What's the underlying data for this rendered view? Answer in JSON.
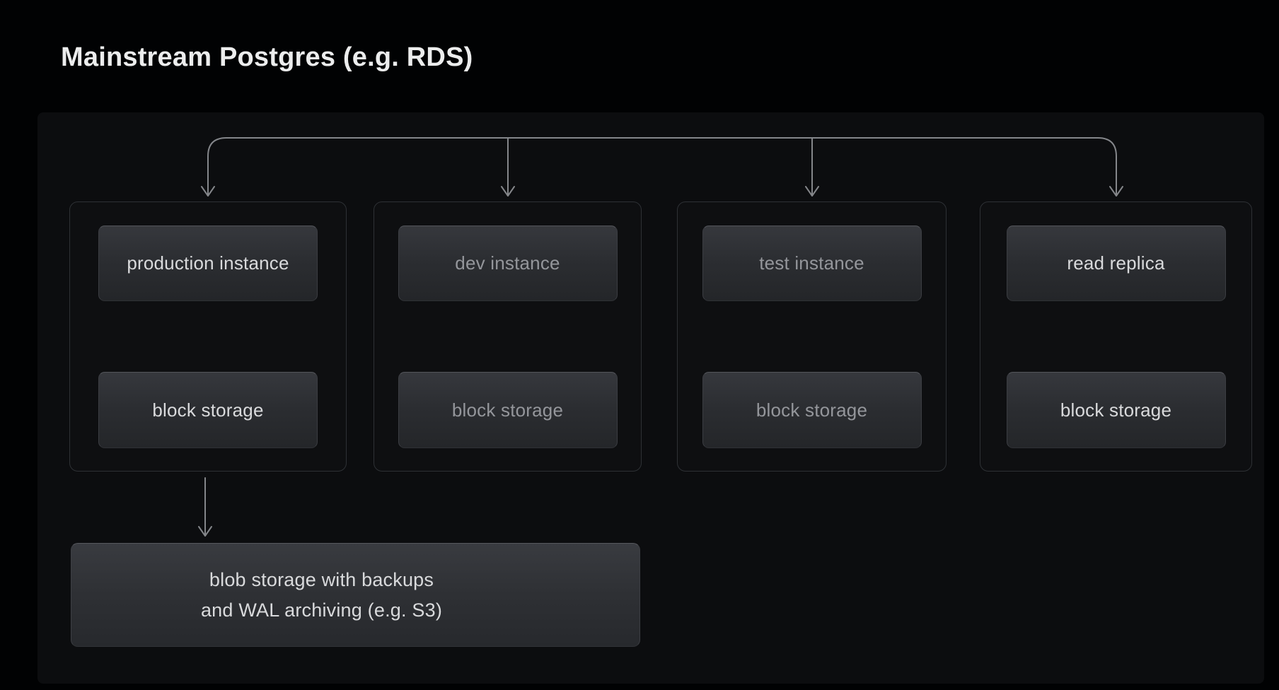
{
  "title": "Mainstream Postgres (e.g. RDS)",
  "diagram": {
    "groups": [
      {
        "id": "production",
        "top_label": "production instance",
        "bottom_label": "block storage",
        "emphasis": "bright"
      },
      {
        "id": "dev",
        "top_label": "dev instance",
        "bottom_label": "block storage",
        "emphasis": "dim"
      },
      {
        "id": "test",
        "top_label": "test instance",
        "bottom_label": "block storage",
        "emphasis": "dim"
      },
      {
        "id": "replica",
        "top_label": "read replica",
        "bottom_label": "block storage",
        "emphasis": "bright"
      }
    ],
    "blob_box": {
      "line1": "blob storage with backups",
      "line2": "and WAL archiving (e.g. S3)"
    },
    "colors": {
      "page_background": "#010203",
      "panel_background": "#0c0d0f",
      "container_border": "#2e3135",
      "node_border": "#3b3d42",
      "bright_text": "#d9dadc",
      "dim_text": "#94969b",
      "connector_line": "#84868a",
      "title_text": "#eceded"
    }
  }
}
